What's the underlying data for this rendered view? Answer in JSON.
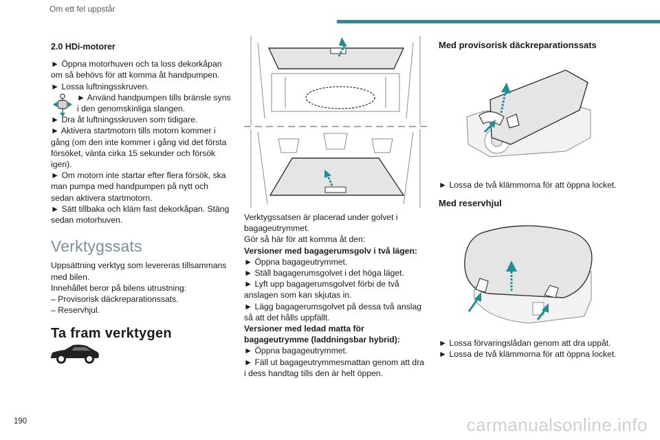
{
  "header": {
    "section": "Om ett fel uppstår",
    "accent_color": "#1f8f95"
  },
  "page_number": "190",
  "watermark": "carmanualsonline.info",
  "left": {
    "engine_heading": "2.0 HDi-motorer",
    "engine_steps": [
      "► Öppna motorhuven och ta loss dekorkåpan om så behövs för att komma åt handpumpen.",
      "► Lossa luftningsskruven.",
      "► Använd handpumpen tills bränsle syns i den genomskinliga slangen.",
      "► Dra åt luftningsskruven som tidigare.",
      "► Aktivera startmotorn tills motorn kommer i gång (om den inte kommer i gång vid det första försöket, vänta cirka 15 sekunder och försök igen).",
      "► Om motorn inte startar efter flera försök, ska man pumpa med handpumpen på nytt och sedan aktivera startmotorn.",
      "► Sätt tillbaka och kläm fast dekorkåpan. Stäng sedan motorhuven."
    ],
    "kit_heading": "Verktygssats",
    "kit_lines": [
      "Uppsättning verktyg som levereras tillsammans med bilen.",
      "Innehållet beror på bilens utrustning:",
      "– Provisorisk däckreparationssats.",
      "– Reservhjul."
    ],
    "tools_heading": "Ta fram verktygen"
  },
  "middle": {
    "lines": [
      "Verktygssatsen är placerad under golvet i bagageutrymmet.",
      "Gör så här för att komma åt den:"
    ],
    "version1_heading": "Versioner med bagagerumsgolv i två lägen:",
    "version1_steps": [
      "► Öppna bagageutrymmet.",
      "► Ställ bagagerumsgolvet i det höga läget.",
      "► Lyft upp bagagerumsgolvet förbi de två anslagen som kan skjutas in.",
      "► Lägg bagagerumsgolvet på dessa två anslag så att det hålls uppfällt."
    ],
    "version2_heading": "Versioner med ledad matta för bagageutrymme (laddningsbar hybrid):",
    "version2_steps": [
      "► Öppna bagageutrymmet.",
      "► Fäll ut bagageutrymmesmattan genom att dra i dess handtag tills den är helt öppen."
    ]
  },
  "right": {
    "repair_heading": "Med provisorisk däckreparationssats",
    "repair_step": "► Lossa de två klämmorna för att öppna locket.",
    "spare_heading": "Med reservhjul",
    "spare_steps": [
      "► Lossa förvaringslådan genom att dra uppåt.",
      "► Lossa de två klämmorna för att öppna locket."
    ]
  }
}
